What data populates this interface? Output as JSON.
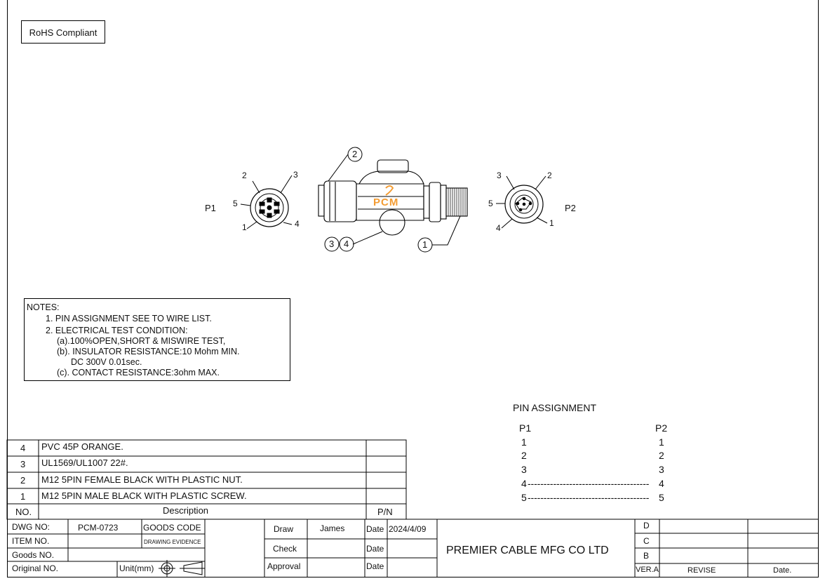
{
  "rohs": "RoHS Compliant",
  "drawing": {
    "p1_label": "P1",
    "p2_label": "P2",
    "p1_pins": [
      "1",
      "2",
      "3",
      "4",
      "5"
    ],
    "p2_pins": [
      "1",
      "2",
      "3",
      "4",
      "5"
    ],
    "callouts": [
      "1",
      "2",
      "3",
      "4"
    ],
    "logo": "PCM"
  },
  "notes": {
    "title": "NOTES:",
    "lines": [
      "1. PIN ASSIGNMENT SEE TO WIRE LIST.",
      "2. ELECTRICAL TEST CONDITION:",
      "(a).100%OPEN,SHORT & MISWIRE TEST,",
      "(b). INSULATOR RESISTANCE:10 Mohm MIN.",
      "DC 300V 0.01sec.",
      "(c). CONTACT RESISTANCE:3ohm MAX."
    ]
  },
  "pin_assignment": {
    "title": "PIN  ASSIGNMENT",
    "p1_header": "P1",
    "p2_header": "P2",
    "rows": [
      {
        "p1": "1",
        "p2": "1",
        "line": ""
      },
      {
        "p1": "2",
        "p2": "2",
        "line": ""
      },
      {
        "p1": "3",
        "p2": "3",
        "line": ""
      },
      {
        "p1": "4",
        "p2": "4",
        "line": "--------------------------------------"
      },
      {
        "p1": "5",
        "p2": "5",
        "line": "--------------------------------------"
      }
    ]
  },
  "bom": {
    "header_no": "NO.",
    "header_desc": "Description",
    "header_pn": "P/N",
    "rows": [
      {
        "no": "4",
        "desc": "PVC 45P ORANGE.",
        "pn": ""
      },
      {
        "no": "3",
        "desc": "UL1569/UL1007 22#.",
        "pn": ""
      },
      {
        "no": "2",
        "desc": "M12 5PIN FEMALE  BLACK WITH PLASTIC NUT.",
        "pn": ""
      },
      {
        "no": "1",
        "desc": "M12 5PIN MALE  BLACK WITH PLASTIC SCREW.",
        "pn": ""
      }
    ]
  },
  "title_block": {
    "dwg_no_label": "DWG NO:",
    "dwg_no": "PCM-0723",
    "goods_code_label": "GOODS CODE",
    "item_no_label": "ITEM NO.",
    "drawing_evidence": "DRAWING EVIDENCE",
    "goods_no_label": "Goods NO.",
    "original_no_label": "Original NO.",
    "unit_label": "Unit(mm)",
    "draw_label": "Draw",
    "draw_name": "James",
    "check_label": "Check",
    "approval_label": "Approval",
    "date_label": "Date",
    "draw_date": "2024/4/09",
    "company": "PREMIER CABLE MFG CO LTD",
    "rev_d": "D",
    "rev_c": "C",
    "rev_b": "B",
    "rev_a": "VER.A",
    "revise_label": "REVISE",
    "date2_label": "Date."
  },
  "colors": {
    "logo": "#f39c33",
    "line": "#000000"
  }
}
